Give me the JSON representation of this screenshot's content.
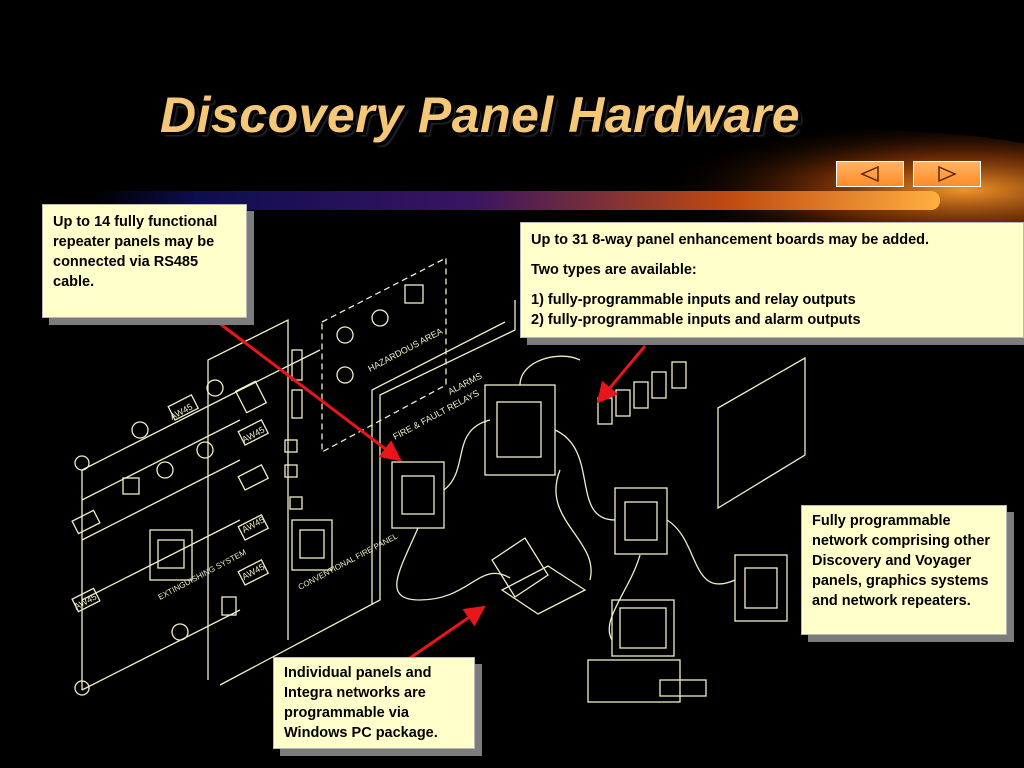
{
  "slide": {
    "title": "Discovery Panel Hardware"
  },
  "nav": {
    "prev_icon": "triangle-left-icon",
    "next_icon": "triangle-right-icon"
  },
  "callouts": {
    "repeaters": "Up to 14 fully functional repeater panels may be connected via RS485 cable.",
    "enhancement_line1": "Up to 31  8-way panel enhancement boards may be added.",
    "enhancement_line2": "Two types are available:",
    "enhancement_line3": "1) fully-programmable inputs and relay outputs",
    "enhancement_line4": "2) fully-programmable inputs and alarm outputs",
    "network": "Fully programmable network comprising other Discovery and Voyager panels, graphics systems and network repeaters.",
    "pc": "Individual panels and Integra networks are programmable via Windows PC package."
  },
  "diagram_labels": {
    "hazardous_area": "HAZARDOUS AREA",
    "alarms": "ALARMS",
    "fire_fault_relays": "FIRE & FAULT RELAYS",
    "extinguishing_system": "EXTINGUISHING SYSTEM",
    "conventional_fire_panel": "CONVENTIONAL FIRE PANEL",
    "module_label": "AW45"
  },
  "colors": {
    "title": "#f5c878",
    "callout_bg": "#ffffcc",
    "arrow": "#e8161b",
    "line_art": "#f2eec8",
    "nav_button": "#ff9933"
  }
}
